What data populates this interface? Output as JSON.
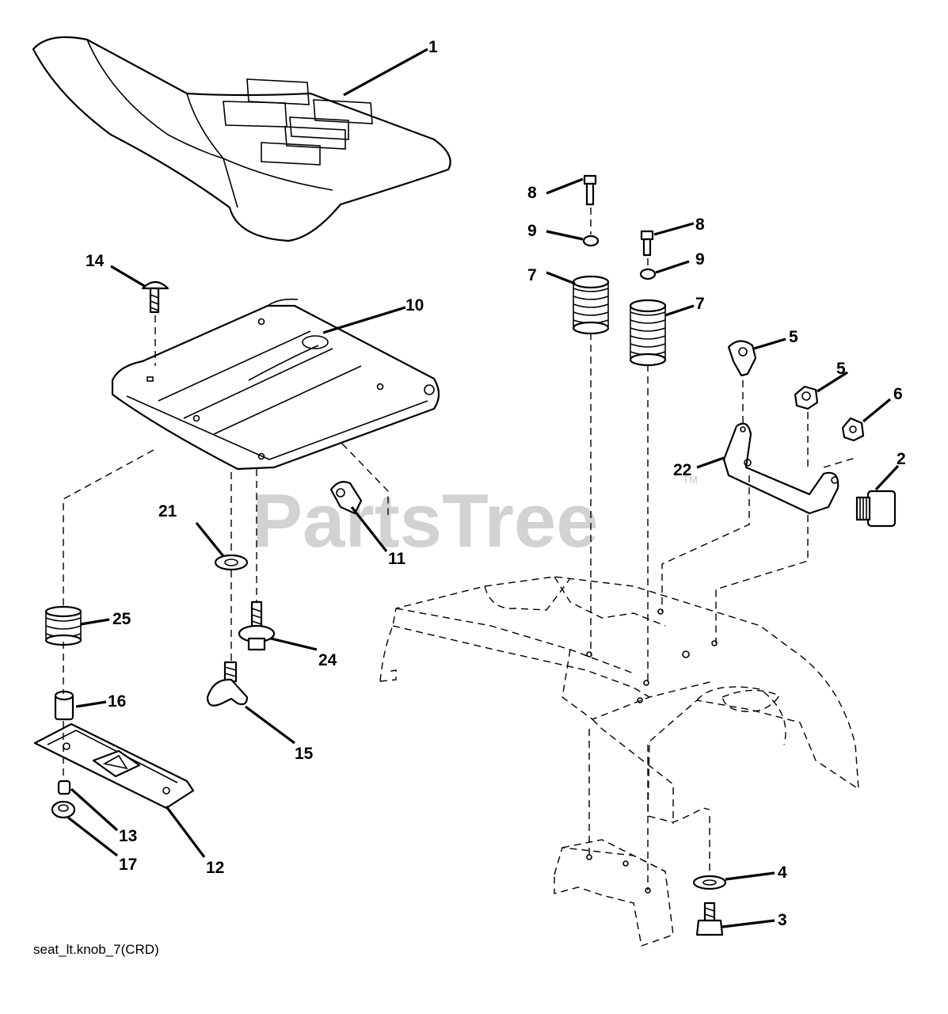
{
  "watermark": "PartsTree",
  "watermark_tm": "TM",
  "caption": "seat_lt.knob_7(CRD)",
  "callouts": [
    {
      "id": "1",
      "label": "1"
    },
    {
      "id": "14",
      "label": "14"
    },
    {
      "id": "10",
      "label": "10"
    },
    {
      "id": "8a",
      "label": "8"
    },
    {
      "id": "8b",
      "label": "8"
    },
    {
      "id": "9a",
      "label": "9"
    },
    {
      "id": "9b",
      "label": "9"
    },
    {
      "id": "7a",
      "label": "7"
    },
    {
      "id": "7b",
      "label": "7"
    },
    {
      "id": "5a",
      "label": "5"
    },
    {
      "id": "5b",
      "label": "5"
    },
    {
      "id": "6",
      "label": "6"
    },
    {
      "id": "22",
      "label": "22"
    },
    {
      "id": "2",
      "label": "2"
    },
    {
      "id": "21",
      "label": "21"
    },
    {
      "id": "24",
      "label": "24"
    },
    {
      "id": "25",
      "label": "25"
    },
    {
      "id": "16",
      "label": "16"
    },
    {
      "id": "15",
      "label": "15"
    },
    {
      "id": "11",
      "label": "11"
    },
    {
      "id": "13",
      "label": "13"
    },
    {
      "id": "17",
      "label": "17"
    },
    {
      "id": "12",
      "label": "12"
    },
    {
      "id": "4",
      "label": "4"
    },
    {
      "id": "3",
      "label": "3"
    }
  ]
}
